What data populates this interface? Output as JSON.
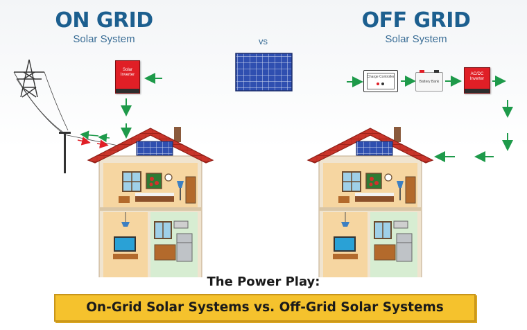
{
  "on_grid": {
    "title": "ON GRID",
    "subtitle": "Solar System",
    "inverter_label": "Solar Inverter"
  },
  "vs_label": "vs",
  "off_grid": {
    "title": "OFF GRID",
    "subtitle": "Solar System",
    "charge_controller_label": "Charge Controller",
    "battery_label": "Battery Bank",
    "inverter_label": "AC/DC Inverter"
  },
  "heading": "The Power Play:",
  "banner": "On-Grid Solar Systems vs. Off-Grid Solar Systems",
  "colors": {
    "title_blue": "#1c5f8f",
    "arrow_green": "#1e9a4a",
    "arrow_red": "#e01f26",
    "roof_red": "#c9342a",
    "banner_yellow": "#f5c22d",
    "panel_blue": "#2f4fb0"
  },
  "icons": [
    "transmission-tower-icon",
    "utility-pole-icon",
    "solar-panel-icon",
    "house-icon"
  ]
}
